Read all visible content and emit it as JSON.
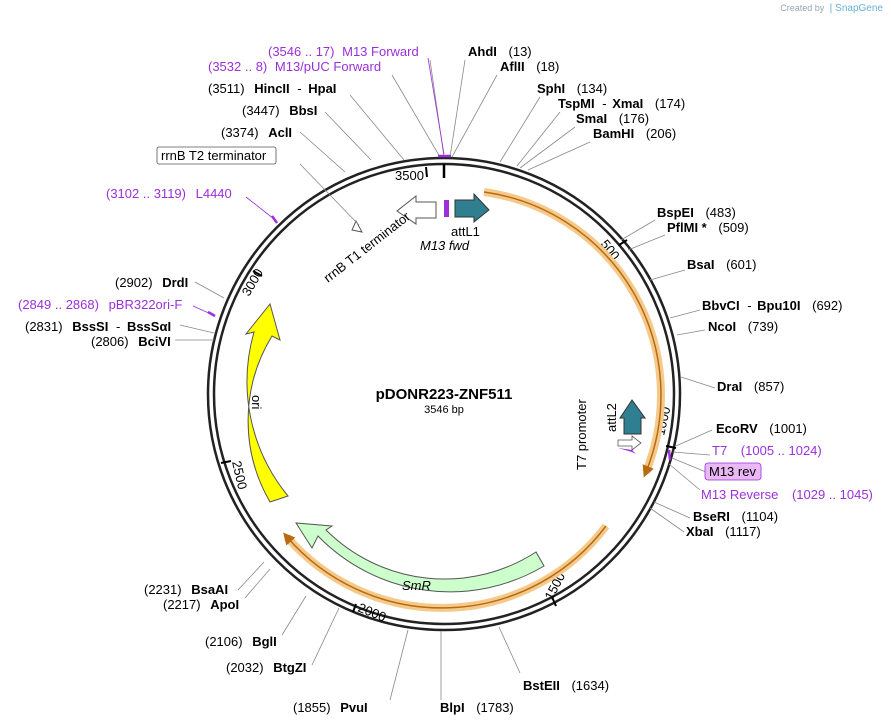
{
  "credit": {
    "prefix": "Created by",
    "brand": "SnapGene"
  },
  "plasmid": {
    "name": "pDONR223-ZNF511",
    "length": "3546 bp"
  },
  "ticks": [
    "500",
    "1000",
    "1500",
    "2000",
    "2500",
    "3000",
    "3500"
  ],
  "features": {
    "attL1": "attL1",
    "m13fwd": "M13 fwd",
    "rrnbT1": "rrnB T1 terminator",
    "rrnbT2": "rrnB T2 terminator",
    "attL2": "attL2",
    "t7promoter": "T7 promoter",
    "ori": "ori",
    "smr": "SmR"
  },
  "site_labels": {
    "m13forward": {
      "range": "(3546 .. 17)",
      "name": "M13 Forward"
    },
    "m13puc": {
      "range": "(3532 .. 8)",
      "name": "M13/pUC Forward"
    },
    "hincii": {
      "name1": "HincII",
      "dash": "-",
      "name2": "HpaI",
      "pos": "(3511)"
    },
    "bbsi": {
      "name": "BbsI",
      "pos": "(3447)"
    },
    "acli": {
      "name": "AclI",
      "pos": "(3374)"
    },
    "ahdi": {
      "name": "AhdI",
      "pos": "(13)"
    },
    "aflii": {
      "name": "AflII",
      "pos": "(18)"
    },
    "sphi": {
      "name": "SphI",
      "pos": "(134)"
    },
    "tspmi": {
      "name1": "TspMI",
      "dash": "-",
      "name2": "XmaI",
      "pos": "(174)"
    },
    "smai": {
      "name": "SmaI",
      "pos": "(176)"
    },
    "bamhi": {
      "name": "BamHI",
      "pos": "(206)"
    },
    "bspei": {
      "name": "BspEI",
      "pos": "(483)"
    },
    "pflmi": {
      "name": "PflMI *",
      "pos": "(509)"
    },
    "bsai": {
      "name": "BsaI",
      "pos": "(601)"
    },
    "bbvci": {
      "name1": "BbvCI",
      "dash": "-",
      "name2": "Bpu10I",
      "pos": "(692)"
    },
    "ncoi": {
      "name": "NcoI",
      "pos": "(739)"
    },
    "drai": {
      "name": "DraI",
      "pos": "(857)"
    },
    "ecorv": {
      "name": "EcoRV",
      "pos": "(1001)"
    },
    "t7": {
      "name": "T7",
      "range": "(1005 .. 1024)"
    },
    "m13rev": {
      "name": "M13 rev"
    },
    "m13reverse": {
      "name": "M13 Reverse",
      "range": "(1029 .. 1045)"
    },
    "bseri": {
      "name": "BseRI",
      "pos": "(1104)"
    },
    "xbai": {
      "name": "XbaI",
      "pos": "(1117)"
    },
    "bsteii": {
      "name": "BstEII",
      "pos": "(1634)"
    },
    "blpi": {
      "name": "BlpI",
      "pos": "(1783)"
    },
    "pvui": {
      "name": "PvuI",
      "pos": "(1855)"
    },
    "btgzi": {
      "name": "BtgZI",
      "pos": "(2032)"
    },
    "bgli": {
      "name": "BglI",
      "pos": "(2106)"
    },
    "apoi": {
      "name": "ApoI",
      "pos": "(2217)"
    },
    "bsaai": {
      "name": "BsaAI",
      "pos": "(2231)"
    },
    "bcivi": {
      "name": "BciVI",
      "pos": "(2806)"
    },
    "bsssi": {
      "name1": "BssSI",
      "dash": "-",
      "name2": "BssSαI",
      "pos": "(2831)"
    },
    "pbr322": {
      "range": "(2849 .. 2868)",
      "name": "pBR322ori-F"
    },
    "drdi": {
      "name": "DrdI",
      "pos": "(2902)"
    },
    "l4440": {
      "range": "(3102 .. 3119)",
      "name": "L4440"
    }
  },
  "colors": {
    "backbone": "#222222",
    "orf_highlight": "#f5c98a",
    "orf_line": "#b86b12",
    "ori": "#ffff00",
    "smr": "#ccffcc",
    "att": "#2f7f91",
    "primer": "#9b30d9",
    "m13rev_box": "#e9b8f5"
  }
}
